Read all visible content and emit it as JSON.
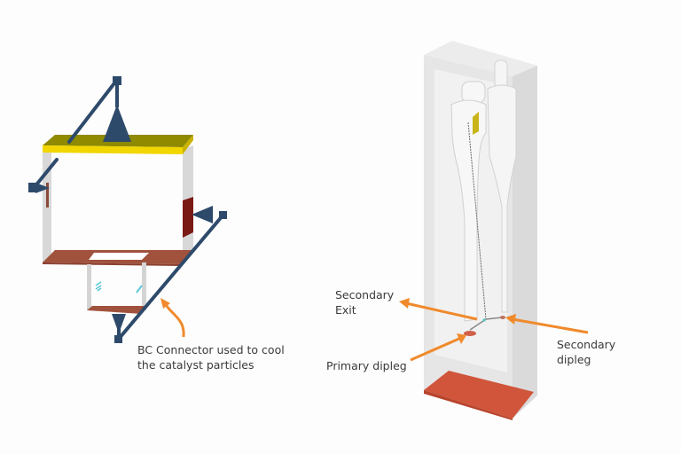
{
  "left_figure": {
    "annotation": "BC Connector used to cool\nthe catalyst particles"
  },
  "right_figure": {
    "labels": {
      "secondary_exit": "Secondary\nExit",
      "primary_dipleg": "Primary dipleg",
      "secondary_dipleg": "Secondary\ndipleg"
    }
  },
  "colors": {
    "arrow_orange": "#f08a2c",
    "connector_blue": "#2e4a6b",
    "yellow_top": "#f2d600",
    "rust_face": "#a0523d",
    "dark_red_face": "#7a1a14",
    "bed_red": "#d0553a"
  }
}
